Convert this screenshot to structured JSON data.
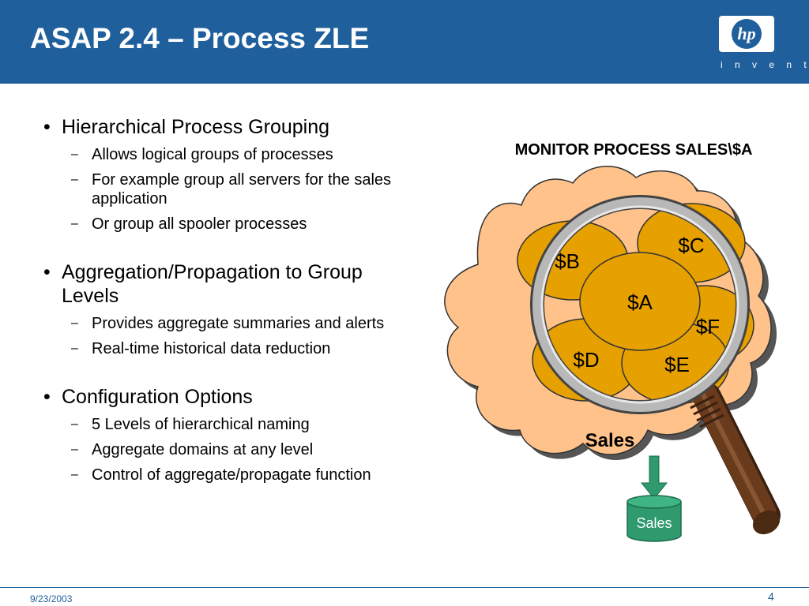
{
  "slide": {
    "title": "ASAP 2.4 – Process ZLE",
    "logo": {
      "mark": "hp",
      "tagline": "i n v e n t"
    },
    "bullets": [
      {
        "text": "Hierarchical Process Grouping",
        "sub": [
          "Allows logical groups of processes",
          "For example group all servers for the sales application",
          "Or group all spooler processes"
        ]
      },
      {
        "text": "Aggregation/Propagation to Group Levels",
        "sub": [
          "Provides aggregate summaries and alerts",
          "Real-time historical data reduction"
        ]
      },
      {
        "text": "Configuration Options",
        "sub": [
          "5 Levels of hierarchical naming",
          "Aggregate domains at any level",
          "Control of aggregate/propagate function"
        ]
      }
    ],
    "bullet_char": "•",
    "sub_bullet_char": "–"
  },
  "diagram": {
    "heading": "MONITOR PROCESS SALES\\$A",
    "group_label": "Sales",
    "processes": {
      "a": "$A",
      "b": "$B",
      "c": "$C",
      "d": "$D",
      "e": "$E",
      "f": "$F"
    },
    "database_label": "Sales",
    "colors": {
      "cloud": "#ffc28a",
      "process": "#e6a000",
      "database": "#2e9a6e",
      "arrow": "#2e9a6e",
      "handle": "#6a3a1c"
    }
  },
  "footer": {
    "date": "9/23/2003",
    "page": "4"
  }
}
